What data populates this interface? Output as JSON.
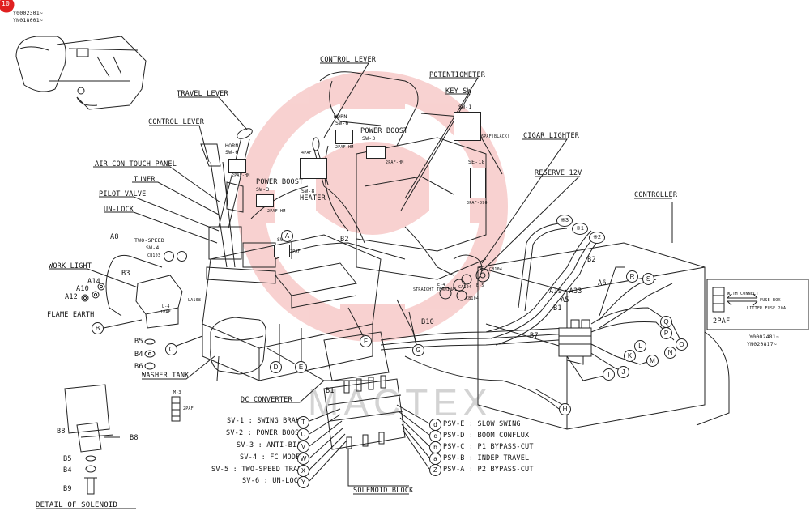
{
  "header": {
    "page_marker": "10",
    "serial_left": [
      "Y0002301~",
      "YN018001~"
    ],
    "serial_right": [
      "Y0002481~",
      "YN020817~"
    ]
  },
  "watermark": {
    "text": "MACTEX",
    "color": "#e0332e"
  },
  "labels": {
    "travel_lever": "TRAVEL LEVER",
    "control_lever_left": "CONTROL LEVER",
    "control_lever_right": "CONTROL LEVER",
    "potentiometer": "POTENTIOMETER",
    "key_sw": "KEY SW",
    "sw1": "SW-1",
    "sw1_conn": "6PAF(BLACK)",
    "horn_left": "HORN",
    "horn_left_sw": "SW-6",
    "horn_left_conn": "2PAF-HM",
    "horn_right": "HORN",
    "horn_right_sw": "SW-6",
    "horn_right_conn": "2PAF-HM",
    "power_boost_left": "POWER BOOST",
    "power_boost_left_sw": "SW-3",
    "power_boost_left_conn": "2PAF-HM",
    "power_boost_right": "POWER BOOST",
    "power_boost_right_sw": "SW-3",
    "power_boost_right_conn": "2PAF-HM",
    "heater_conn": "4PAF",
    "heater_sw": "SW-8",
    "heater": "HEATER",
    "air_con": "AIR CON TOUCH PANEL",
    "tuner": "TUNER",
    "pilot_valve": "PILOT VALVE",
    "un_lock": "UN-LOCK",
    "two_speed": "TWO-SPEED",
    "two_speed_sw": "SW-4",
    "sw5": "SW-5",
    "sw5_conn": "2PAF",
    "se18": "SE-18",
    "se18_conn": "3PAF-090",
    "cigar_lighter": "CIGAR LIGHTER",
    "reserve_12v": "RESERVE 12V",
    "controller": "CONTROLLER",
    "work_light": "WORK LIGHT",
    "flame_earth": "FLAME EARTH",
    "washer_tank": "WASHER TANK",
    "dc_converter": "DC CONVERTER",
    "solenoid_block": "SOLENOID BLOCK",
    "detail_solenoid": "DETAIL OF SOLENOID",
    "straight_terminal": "STRAIGHT TERMINAL",
    "fuse_box": "FUSE BOX",
    "with_connect": "WITH CONNECT",
    "litter_fuse": "LITTER FUSE 20A",
    "inset_2paf": "2PAF",
    "m3": "M-3",
    "m3_conn": "2PAF",
    "cb103": "CB103",
    "cb104": "CB104",
    "cb104b": "CB104",
    "ca104": "CA104",
    "la108": "LA108",
    "l4": "L-4",
    "l4_conn": "1PAF",
    "e4": "E-4",
    "e5": "E-5"
  },
  "codes": {
    "a8": "A8",
    "a10": "A10",
    "a12": "A12",
    "a14": "A14",
    "b1": "B1",
    "b1b": "B1",
    "b2": "B2",
    "b2b": "B2",
    "b3": "B3",
    "b4": "B4",
    "b4d": "B4",
    "b5": "B5",
    "b5d": "B5",
    "b6": "B6",
    "b7": "B7",
    "b8a": "B8",
    "b8b": "B8",
    "b9": "B9",
    "b10": "B10",
    "a5": "A5",
    "a6": "A6",
    "a19_a33": "A19・A33"
  },
  "marks": {
    "x1": "※1",
    "x2": "※2",
    "x3": "※3"
  },
  "circle_letters": [
    "A",
    "B",
    "C",
    "D",
    "E",
    "F",
    "G",
    "H",
    "I",
    "J",
    "K",
    "L",
    "M",
    "N",
    "O",
    "P",
    "Q",
    "R",
    "S"
  ],
  "solenoids_left": [
    {
      "label": "SV-1 : SWING BRAKE",
      "letter": "T"
    },
    {
      "label": "SV-2 : POWER BOOST",
      "letter": "U"
    },
    {
      "label": "SV-3 : ANTI-BIAS",
      "letter": "V"
    },
    {
      "label": "SV-4 : FC MODE",
      "letter": "W"
    },
    {
      "label": "SV-5 : TWO-SPEED TRAVEL",
      "letter": "X"
    },
    {
      "label": "SV-6 : UN-LOCK",
      "letter": "Y"
    }
  ],
  "solenoids_right": [
    {
      "label": "PSV-E : SLOW SWING",
      "letter": "d"
    },
    {
      "label": "PSV-D : BOOM CONFLUX",
      "letter": "c"
    },
    {
      "label": "PSV-C : P1 BYPASS-CUT",
      "letter": "b"
    },
    {
      "label": "PSV-B : INDEP TRAVEL",
      "letter": "a"
    },
    {
      "label": "PSV-A : P2 BYPASS-CUT",
      "letter": "Z"
    }
  ]
}
